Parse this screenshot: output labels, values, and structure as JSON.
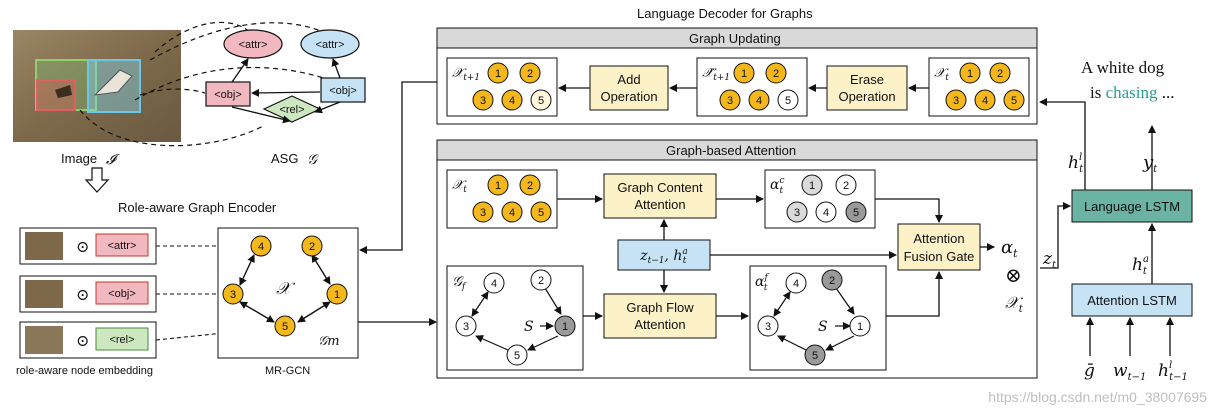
{
  "colors": {
    "node_fill": "#f5b81c",
    "yellow_box": "#fdf1c7",
    "blue_box": "#c6e3f5",
    "teal_box": "#6bb3a2",
    "attr_pink": "#f2b8c0",
    "obj_pink": "#f2b8c0",
    "rel_green": "#cde8c0",
    "header_gray": "#d9d9d9",
    "gray_node": "#9a9a9a",
    "light_gray_node": "#dadada",
    "accent_word": "#2a9d8f"
  },
  "labels": {
    "image": "Image",
    "image_sym": "𝓘",
    "asg": "ASG",
    "asg_sym": "𝒢",
    "role_encoder": "Role-aware Graph Encoder",
    "role_node_emb": "role-aware node embedding",
    "mrgcn": "MR-GCN",
    "lang_decoder": "Language Decoder for Graphs",
    "graph_updating": "Graph Updating",
    "add_op_1": "Add",
    "add_op_2": "Operation",
    "erase_op_1": "Erase",
    "erase_op_2": "Operation",
    "graph_attention": "Graph-based Attention",
    "content_att_1": "Graph Content",
    "content_att_2": "Attention",
    "flow_att_1": "Graph Flow",
    "flow_att_2": "Attention",
    "fusion_1": "Attention",
    "fusion_2": "Fusion Gate",
    "lang_lstm": "Language LSTM",
    "att_lstm": "Attention LSTM",
    "caption_1": "A white dog",
    "caption_2a": "is",
    "caption_2b": "chasing",
    "caption_2c": "...",
    "watermark": "https://blog.csdn.net/m0_38007695"
  },
  "tags": {
    "attr": "<attr>",
    "obj": "<obj>",
    "rel": "<rel>"
  },
  "nodes": [
    "1",
    "2",
    "3",
    "4",
    "5"
  ],
  "math": {
    "X": "𝒳",
    "Gm": "𝒢m",
    "Gf": "𝒢f",
    "S": "S",
    "odot": "⊙",
    "otimes": "⊗",
    "alpha_t": "αt",
    "X_t": "𝒳t",
    "z_t": "zt",
    "y_t": "yt",
    "g_bar": "ḡ",
    "w_t1": "wt−1",
    "h_l_t": "hlt",
    "h_a_t": "hat",
    "h_l_t1": "hlt−1",
    "z_h": "zt−1, hat"
  }
}
